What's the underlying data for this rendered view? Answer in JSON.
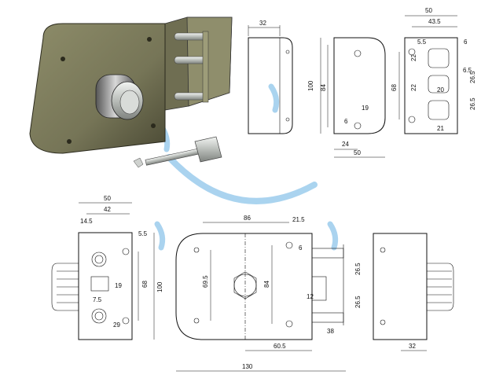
{
  "top_left_view": {
    "width": "32"
  },
  "top_middle_view": {
    "height": "100",
    "inner_height": "84",
    "offset": "19",
    "small": "6",
    "left_offset": "24",
    "width": "50"
  },
  "top_right_view": {
    "width": "50",
    "inner_width": "43.5",
    "hole": "5.5",
    "edge": "6",
    "r1": "22",
    "r2": "6.5",
    "r3": "26.5",
    "r4": "22",
    "r5": "20",
    "r6": "26.5",
    "r7": "21",
    "r8": "68"
  },
  "bottom_left_view": {
    "width": "50",
    "inner": "42",
    "left": "14.5",
    "hole": "5.5",
    "h1": "19",
    "h2": "7.5",
    "h3": "68",
    "h4": "100",
    "dia": "29"
  },
  "bottom_middle_view": {
    "top_width": "86",
    "right_edge": "21.5",
    "hole": "6",
    "center_height": "69.5",
    "side_height": "84",
    "off1": "26.5",
    "off2": "26.5",
    "off3": "12",
    "bottom": "38",
    "half": "60.5",
    "total": "130",
    "height": "100"
  },
  "bottom_right_view": {
    "width": "32"
  },
  "colors": {
    "body": "#7d7c5c",
    "body_dark": "#4d4c37",
    "metal": "#c9ccc9",
    "line": "#111111",
    "watermark": "#8ec5ea"
  }
}
